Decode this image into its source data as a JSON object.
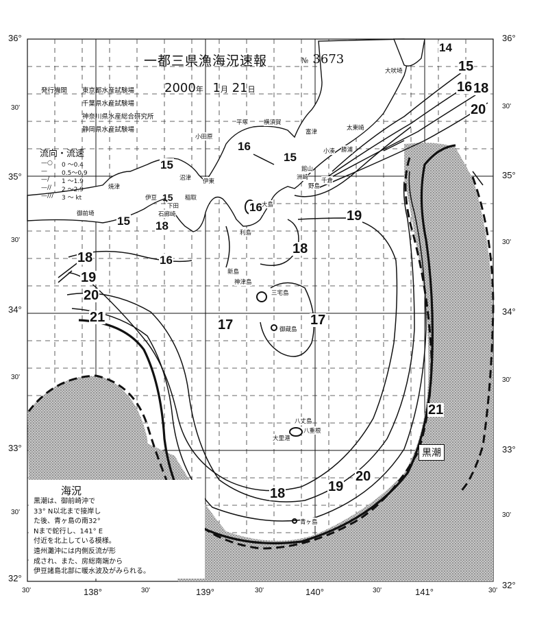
{
  "header": {
    "title": "一都三県漁海況速報",
    "issue_prefix": "№",
    "issue_number": "3673",
    "date_year": "2000",
    "date_year_unit": "年",
    "date_month": "1",
    "date_month_unit": "月",
    "date_day": "21",
    "date_day_unit": "日"
  },
  "institutions": {
    "label": "発行機関",
    "items": [
      "東京都水産試験場",
      "千葉県水産試験場",
      "神奈川県水産総合研究所",
      "静岡県水産試験場"
    ]
  },
  "legend": {
    "title": "流向・流速",
    "items": [
      {
        "symbol": "—○",
        "range": "0 ～0.4"
      },
      {
        "symbol": "—",
        "range": "0.5～0.9"
      },
      {
        "symbol": "—/",
        "range": "1 ～1.9"
      },
      {
        "symbol": "—//",
        "range": "2 ～2.9"
      },
      {
        "symbol": "—///",
        "range": "3 ～ kt"
      }
    ]
  },
  "axes": {
    "lat_left": [
      "36°",
      "30'",
      "35°",
      "30'",
      "34°",
      "30'",
      "33°",
      "30'",
      "32°"
    ],
    "lat_right": [
      "36°",
      "30'",
      "35°",
      "30'",
      "34°",
      "30'",
      "33°",
      "30'",
      "32°"
    ],
    "lon_bottom": [
      "30'",
      "138°",
      "30'",
      "139°",
      "30'",
      "140°",
      "30'",
      "141°",
      "30'"
    ]
  },
  "isotherms": [
    "14",
    "15",
    "16",
    "18",
    "20",
    "16",
    "15",
    "15",
    "15",
    "16",
    "18",
    "16",
    "15",
    "18",
    "19",
    "20",
    "21",
    "19",
    "18",
    "17",
    "17",
    "21",
    "20",
    "19",
    "18"
  ],
  "places": [
    "大吠埼",
    "平塚",
    "横須賀",
    "小田原",
    "富津",
    "太東崎",
    "勝浦",
    "小湊",
    "館山",
    "千倉",
    "沼津",
    "伊東",
    "稲取",
    "下田",
    "石廊崎",
    "焼津",
    "御前埼",
    "大島",
    "新島",
    "神津島",
    "三宅島",
    "御蔵島",
    "八丈島",
    "大里港",
    "八重根",
    "青ヶ島",
    "洲崎",
    "野島",
    "利島",
    "伊豆"
  ],
  "current_label": "黒潮",
  "notes": {
    "title": "海況",
    "body": "黒潮は、御前崎沖で\n33° N以北まで接岸し\nた後、青ヶ島の南32°\nNまで蛇行し、141° E\n付近を北上している模様。\n遠州灘沖には内側反流が形\n成され、また、房総南端から\n伊豆諸島北部に暖水波及がみられる。"
  }
}
